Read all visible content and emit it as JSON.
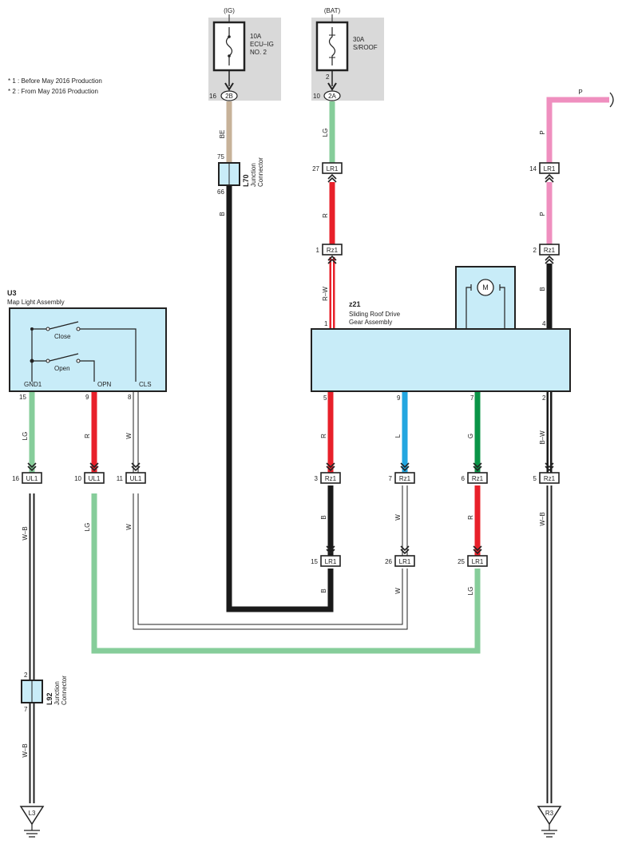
{
  "notes": [
    "* 1 : Before May 2016 Production",
    "* 2 : From May 2016 Production"
  ],
  "colors": {
    "LG": "#86cd9a",
    "R": "#e8202a",
    "BE": "#c7b299",
    "B": "#1a1a1a",
    "P": "#ef8fbf",
    "L": "#23a6e0",
    "G": "#0a9447",
    "W": "#ffffff",
    "box": "#c8ecf8",
    "fusebg": "#d9d9d9"
  },
  "fuses": [
    {
      "supply": "(IG)",
      "line1": "10A",
      "line2": "ECU–IG",
      "line3": "NO. 2",
      "pin": "16",
      "conn": "2B"
    },
    {
      "supply": "(BAT)",
      "line1": "30A",
      "line2": "S/ROOF",
      "line3": "",
      "pin": "10",
      "conn": "2A",
      "pin_top": "2"
    }
  ],
  "junctions": [
    {
      "id": "L70",
      "type1": "Junction",
      "type2": "Connector",
      "pin_top": "75",
      "pin_bottom": "66"
    },
    {
      "id": "L92",
      "type1": "Junction",
      "type2": "Connector",
      "pin_top": "2",
      "pin_bottom": "7"
    }
  ],
  "map_light": {
    "id": "U3",
    "name": "Map Light Assembly",
    "switch_close": "Close",
    "switch_open": "Open",
    "pins": [
      {
        "label": "GND1",
        "num": "15"
      },
      {
        "label": "OPN",
        "num": "9"
      },
      {
        "label": "CLS",
        "num": "8"
      }
    ]
  },
  "roof_drive": {
    "id": "z21",
    "name1": "Sliding Roof Drive",
    "name2": "Gear Assembly",
    "motor": "M",
    "top_pins": [
      "1",
      "4"
    ],
    "bottom_pins": [
      "5",
      "9",
      "7",
      "2"
    ]
  },
  "connectors": [
    {
      "k": "c1",
      "num": "27",
      "name": "LR1"
    },
    {
      "k": "c2",
      "num": "1",
      "name": "Rz1"
    },
    {
      "k": "c3",
      "num": "14",
      "name": "LR1"
    },
    {
      "k": "c4",
      "num": "2",
      "name": "Rz1"
    },
    {
      "k": "c5",
      "num": "16",
      "name": "UL1"
    },
    {
      "k": "c6",
      "num": "10",
      "name": "UL1"
    },
    {
      "k": "c7",
      "num": "11",
      "name": "UL1"
    },
    {
      "k": "c8",
      "num": "3",
      "name": "Rz1"
    },
    {
      "k": "c9",
      "num": "7",
      "name": "Rz1"
    },
    {
      "k": "c10",
      "num": "6",
      "name": "Rz1"
    },
    {
      "k": "c11",
      "num": "5",
      "name": "Rz1"
    },
    {
      "k": "c12",
      "num": "15",
      "name": "LR1"
    },
    {
      "k": "c13",
      "num": "26",
      "name": "LR1"
    },
    {
      "k": "c14",
      "num": "25",
      "name": "LR1"
    }
  ],
  "wire_labels": [
    "BE",
    "B",
    "LG",
    "R",
    "R–W",
    "P",
    "P",
    "B",
    "P",
    "LG",
    "R",
    "W",
    "R",
    "L",
    "G",
    "B–W",
    "W–B",
    "LG",
    "W",
    "B",
    "W",
    "R",
    "W–B",
    "B",
    "W",
    "LG",
    "W–B"
  ],
  "grounds": [
    "L3",
    "R3"
  ]
}
